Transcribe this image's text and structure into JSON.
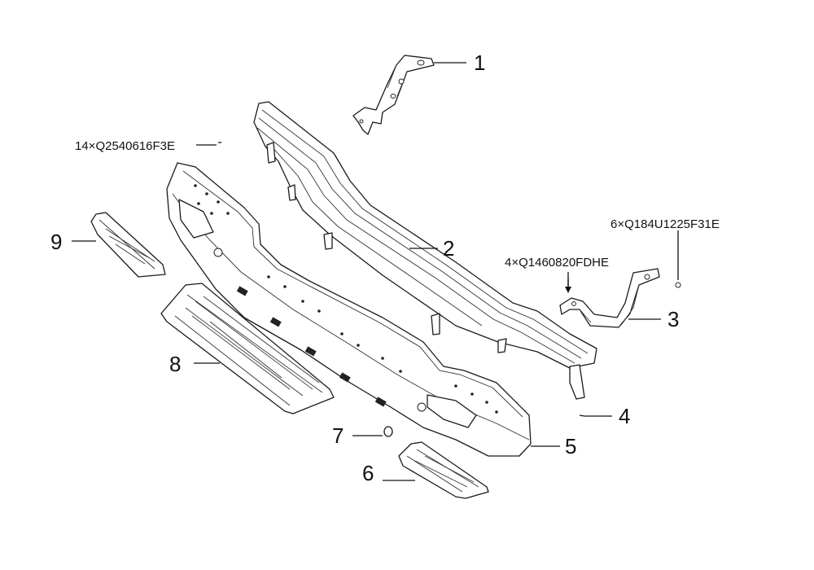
{
  "callouts": {
    "c1": "1",
    "c2": "2",
    "c3": "3",
    "c4": "4",
    "c5": "5",
    "c6": "6",
    "c7": "7",
    "c8": "8",
    "c9": "9"
  },
  "fasteners": {
    "f1": "14×Q2540616F3E",
    "f2": "6×Q184U1225F31E",
    "f3": "4×Q1460820FDHE"
  },
  "colors": {
    "line": "#111111",
    "background": "#ffffff"
  }
}
